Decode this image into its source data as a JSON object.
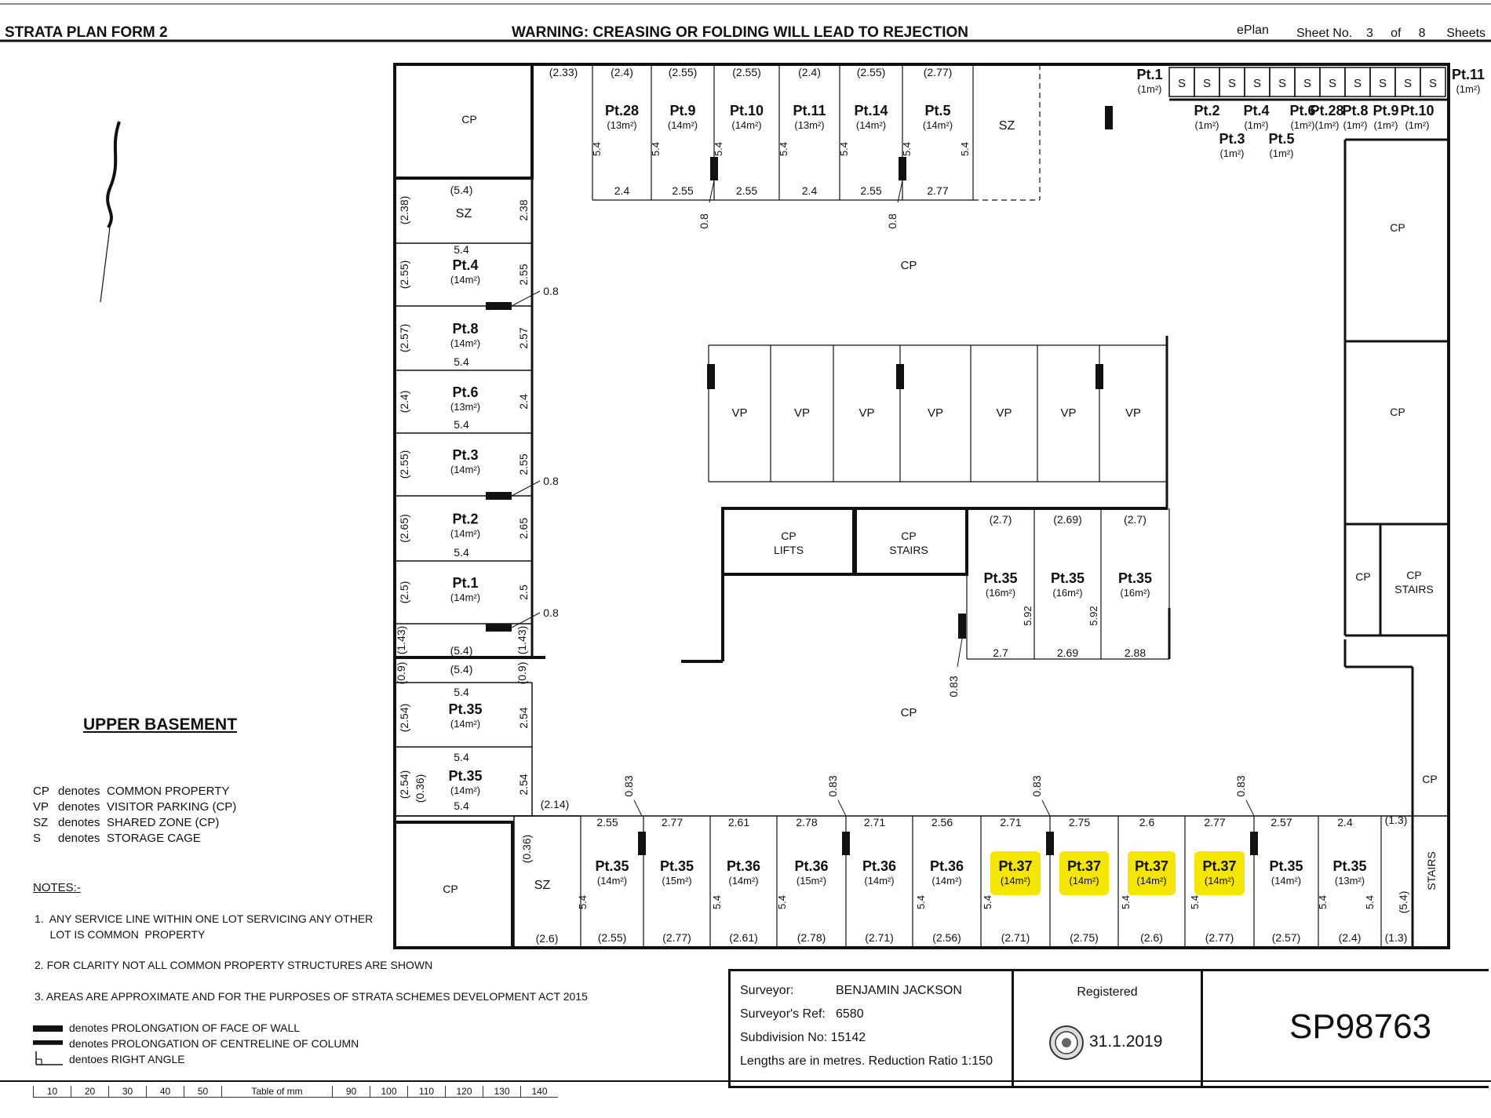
{
  "header": {
    "form": "STRATA PLAN FORM 2",
    "warning": "WARNING: CREASING OR FOLDING WILL LEAD TO REJECTION",
    "eplan": "ePlan",
    "sheet_no_label": "Sheet No.",
    "sheet_no": "3",
    "of_label": "of",
    "sheet_total": "8",
    "sheets_label": "Sheets"
  },
  "level_title": "UPPER BASEMENT",
  "legend": [
    {
      "abbr": "CP",
      "denotes": "denotes",
      "meaning": "COMMON PROPERTY"
    },
    {
      "abbr": "VP",
      "denotes": "denotes",
      "meaning": "VISITOR PARKING (CP)"
    },
    {
      "abbr": "SZ",
      "denotes": "denotes",
      "meaning": "SHARED ZONE (CP)"
    },
    {
      "abbr": "S",
      "denotes": "denotes",
      "meaning": "STORAGE CAGE"
    }
  ],
  "notes": {
    "heading": "NOTES:-",
    "items": [
      "1.  ANY SERVICE LINE WITHIN ONE LOT SERVICING ANY OTHER",
      "     LOT IS COMMON  PROPERTY",
      "2.  FOR CLARITY NOT ALL COMMON PROPERTY STRUCTURES ARE SHOWN",
      "3.  AREAS ARE APPROXIMATE AND FOR THE PURPOSES OF STRATA SCHEMES DEVELOPMENT ACT 2015"
    ]
  },
  "symbols": [
    {
      "text": "denotes  PROLONGATION OF FACE OF WALL"
    },
    {
      "text": "denotes  PROLONGATION OF CENTRELINE OF COLUMN"
    },
    {
      "text": "dentoes  RIGHT ANGLE"
    }
  ],
  "title_block": {
    "surveyor_label": "Surveyor:",
    "surveyor": "BENJAMIN JACKSON",
    "ref_label": "Surveyor's Ref:",
    "ref": "6580",
    "subdivision_label": "Subdivision No:",
    "subdivision": "15142",
    "lengths": "Lengths are in metres. Reduction Ratio 1:150",
    "registered_label": "Registered",
    "registered_date": "31.1.2019",
    "plan_no": "SP98763"
  },
  "ruler": {
    "ticks": [
      "10",
      "20",
      "30",
      "40",
      "50",
      "Table of mm",
      "90",
      "100",
      "110",
      "120",
      "130",
      "140"
    ]
  },
  "colors": {
    "highlight": "#f5e600",
    "ink": "#111111"
  },
  "plan": {
    "top_row": {
      "leading_dim": "(2.33)",
      "lots": [
        {
          "label": "Pt.28",
          "area": "(13m²)",
          "front": "(2.4)",
          "back": "2.4"
        },
        {
          "label": "Pt.9",
          "area": "(14m²)",
          "front": "(2.55)",
          "back": "2.55"
        },
        {
          "label": "Pt.10",
          "area": "(14m²)",
          "front": "(2.55)",
          "back": "2.55"
        },
        {
          "label": "Pt.11",
          "area": "(13m²)",
          "front": "(2.4)",
          "back": "2.4"
        },
        {
          "label": "Pt.14",
          "area": "(14m²)",
          "front": "(2.55)",
          "back": "2.55"
        },
        {
          "label": "Pt.5",
          "area": "(14m²)",
          "front": "(2.77)",
          "back": "2.77"
        }
      ],
      "depth": "5.4",
      "sz": "SZ",
      "offset": "0.8"
    },
    "storage": {
      "s": "S",
      "left_lot": {
        "label": "Pt.1",
        "area": "(1m²)"
      },
      "right_lot": {
        "label": "Pt.11",
        "area": "(1m²)"
      },
      "lower": [
        {
          "label": "Pt.2",
          "area": "(1m²)"
        },
        {
          "label": "Pt.4",
          "area": "(1m²)"
        },
        {
          "label": "Pt.6",
          "area": "(1m²)"
        },
        {
          "label": "Pt.28",
          "area": "(1m²)"
        },
        {
          "label": "Pt.8",
          "area": "(1m²)"
        },
        {
          "label": "Pt.9",
          "area": "(1m²)"
        },
        {
          "label": "Pt.10",
          "area": "(1m²)"
        }
      ],
      "lower2": [
        {
          "label": "Pt.3",
          "area": "(1m²)"
        },
        {
          "label": "Pt.5",
          "area": "(1m²)"
        }
      ]
    },
    "left_column": {
      "cp": "CP",
      "sz": {
        "label": "SZ",
        "top": "(5.4)",
        "left": "(2.38)",
        "right": "2.38"
      },
      "lots": [
        {
          "label": "Pt.4",
          "area": "(14m²)",
          "left": "(2.55)",
          "right": "2.55",
          "topdim": "5.4"
        },
        {
          "label": "Pt.8",
          "area": "(14m²)",
          "left": "(2.57)",
          "right": "2.57",
          "botdim": "5.4"
        },
        {
          "label": "Pt.6",
          "area": "(13m²)",
          "left": "(2.4)",
          "right": "2.4",
          "botdim": "5.4"
        },
        {
          "label": "Pt.3",
          "area": "(14m²)",
          "left": "(2.55)",
          "right": "2.55"
        },
        {
          "label": "Pt.2",
          "area": "(14m²)",
          "left": "(2.65)",
          "right": "2.65",
          "botdim": "5.4"
        },
        {
          "label": "Pt.1",
          "area": "(14m²)",
          "left": "(2.5)",
          "right": "2.5"
        }
      ],
      "strip": {
        "label": "(5.4)",
        "left": "(1.43)",
        "right": "(1.43)"
      },
      "strip2": {
        "label": "(5.4)",
        "left": "(0.9)",
        "right": "(0.9)"
      },
      "lower_lots": [
        {
          "label": "Pt.35",
          "area": "(14m²)",
          "left": "(2.54)",
          "right": "2.54",
          "topdim": "5.4"
        },
        {
          "label": "Pt.35",
          "area": "(14m²)",
          "left": "(2.54)",
          "left2": "(0.36)",
          "right": "2.54",
          "topdim": "5.4",
          "botdim": "5.4"
        }
      ],
      "offsets": [
        "0.8",
        "0.8",
        "0.8"
      ]
    },
    "visitor": {
      "label": "VP",
      "count": 7
    },
    "lifts": {
      "l1": "CP",
      "l2": "LIFTS"
    },
    "stairs": {
      "l1": "CP",
      "l2": "STAIRS"
    },
    "middle_lots": [
      {
        "label": "Pt.35",
        "area": "(16m²)",
        "top": "(2.7)",
        "bottom": "2.7"
      },
      {
        "label": "Pt.35",
        "area": "(16m²)",
        "top": "(2.69)",
        "bottom": "2.69"
      },
      {
        "label": "Pt.35",
        "area": "(16m²)",
        "top": "(2.7)",
        "bottom": "2.88"
      }
    ],
    "middle_depth": "5.92",
    "middle_offset": "0.83",
    "cp_labels": {
      "main": "CP",
      "center": "CP"
    },
    "right_column": {
      "cp1": "CP",
      "cp2": "CP",
      "cp3": "CP",
      "stairs_cp": "CP",
      "stairs": "STAIRS",
      "cp_side": "CP",
      "stairs_side": "STAIRS"
    },
    "bottom_row": {
      "cp": "CP",
      "sz": "SZ",
      "sz_dims": {
        "top": "(2.14)",
        "left": "(0.36)",
        "bottom": "(2.6)"
      },
      "lots": [
        {
          "label": "Pt.35",
          "area": "(14m²)",
          "top": "2.55",
          "bottom": "(2.55)",
          "hl": false
        },
        {
          "label": "Pt.35",
          "area": "(15m²)",
          "top": "2.77",
          "bottom": "(2.77)",
          "hl": false
        },
        {
          "label": "Pt.36",
          "area": "(14m²)",
          "top": "2.61",
          "bottom": "(2.61)",
          "hl": false
        },
        {
          "label": "Pt.36",
          "area": "(15m²)",
          "top": "2.78",
          "bottom": "(2.78)",
          "hl": false
        },
        {
          "label": "Pt.36",
          "area": "(14m²)",
          "top": "2.71",
          "bottom": "(2.71)",
          "hl": false
        },
        {
          "label": "Pt.36",
          "area": "(14m²)",
          "top": "2.56",
          "bottom": "(2.56)",
          "hl": false
        },
        {
          "label": "Pt.37",
          "area": "(14m²)",
          "top": "2.71",
          "bottom": "(2.71)",
          "hl": true
        },
        {
          "label": "Pt.37",
          "area": "(14m²)",
          "top": "2.75",
          "bottom": "(2.75)",
          "hl": true
        },
        {
          "label": "Pt.37",
          "area": "(14m²)",
          "top": "2.6",
          "bottom": "(2.6)",
          "hl": true
        },
        {
          "label": "Pt.37",
          "area": "(14m²)",
          "top": "2.77",
          "bottom": "(2.77)",
          "hl": true
        },
        {
          "label": "Pt.35",
          "area": "(14m²)",
          "top": "2.57",
          "bottom": "(2.57)",
          "hl": false
        },
        {
          "label": "Pt.35",
          "area": "(13m²)",
          "top": "2.4",
          "bottom": "(2.4)",
          "hl": false
        }
      ],
      "end": {
        "top": "(1.3)",
        "bottom": "(1.3)",
        "side": "(5.4)"
      },
      "depth": "5.4",
      "offset": "0.83"
    }
  }
}
